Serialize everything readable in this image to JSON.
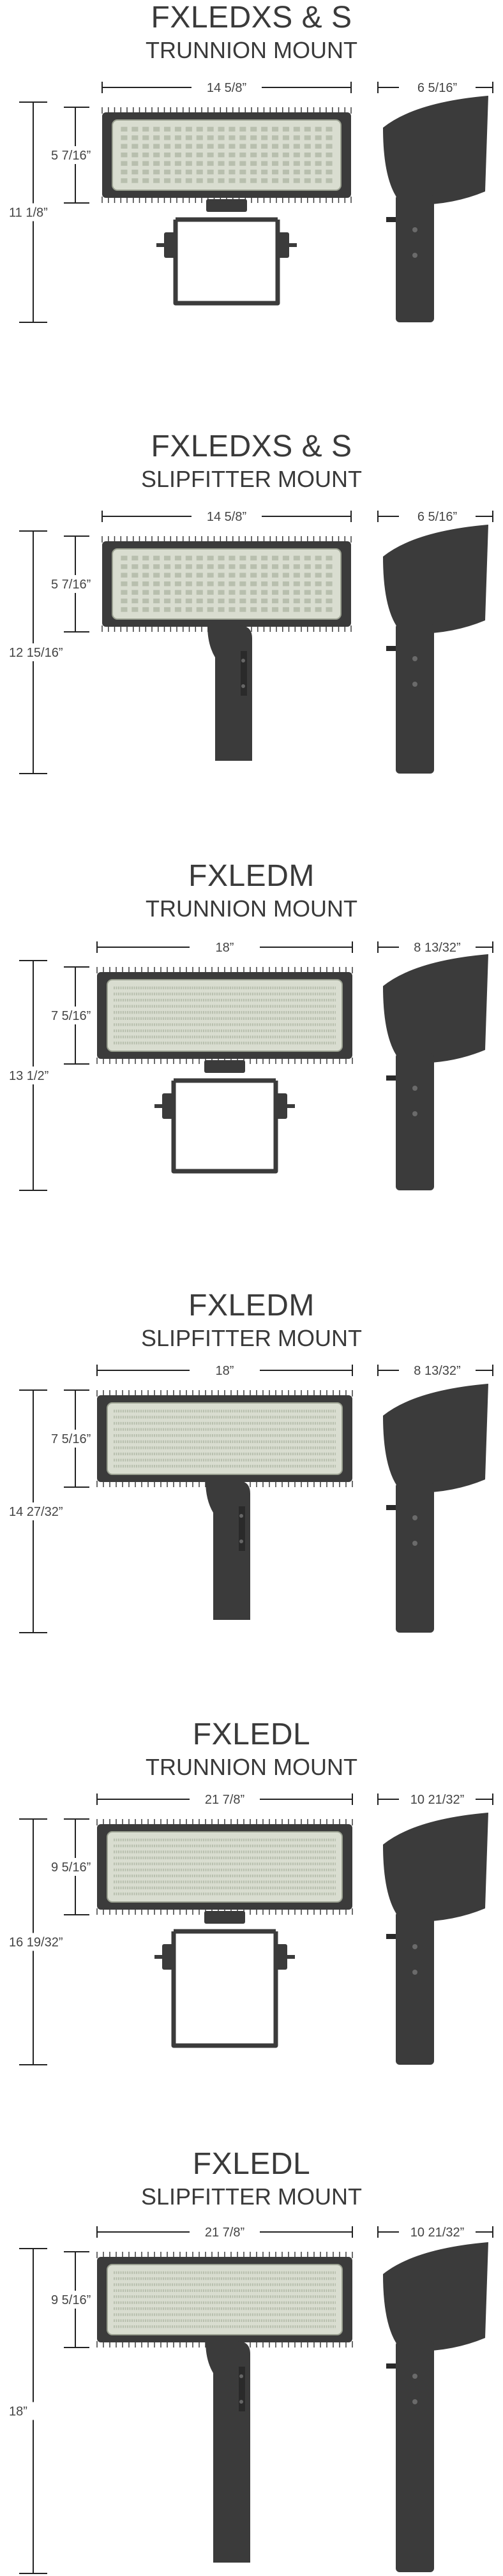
{
  "sections": [
    {
      "model": "FXLEDXS & S",
      "mount": "TRUNNION MOUNT",
      "width_dim": "14 5/8”",
      "depth_dim": "6 5/16”",
      "fixture_height_dim": "5 7/16”",
      "overall_height_dim": "11 1/8”"
    },
    {
      "model": "FXLEDXS & S",
      "mount": "SLIPFITTER MOUNT",
      "width_dim": "14 5/8”",
      "depth_dim": "6 5/16”",
      "fixture_height_dim": "5 7/16”",
      "overall_height_dim": "12 15/16”"
    },
    {
      "model": "FXLEDM",
      "mount": "TRUNNION MOUNT",
      "width_dim": "18”",
      "depth_dim": "8 13/32”",
      "fixture_height_dim": "7 5/16”",
      "overall_height_dim": "13 1/2”"
    },
    {
      "model": "FXLEDM",
      "mount": "SLIPFITTER MOUNT",
      "width_dim": "18”",
      "depth_dim": "8 13/32”",
      "fixture_height_dim": "7 5/16”",
      "overall_height_dim": "14 27/32”"
    },
    {
      "model": "FXLEDL",
      "mount": "TRUNNION MOUNT",
      "width_dim": "21 7/8”",
      "depth_dim": "10 21/32”",
      "fixture_height_dim": "9 5/16”",
      "overall_height_dim": "16 19/32”"
    },
    {
      "model": "FXLEDL",
      "mount": "SLIPFITTER MOUNT",
      "width_dim": "21 7/8”",
      "depth_dim": "10 21/32”",
      "fixture_height_dim": "9 5/16”",
      "overall_height_dim": "18”"
    }
  ],
  "colors": {
    "fixture_dark": "#3b3b3b",
    "led_panel": "#d9ddd0",
    "led_dot": "#b8bfae",
    "dimension_line": "#222222"
  }
}
